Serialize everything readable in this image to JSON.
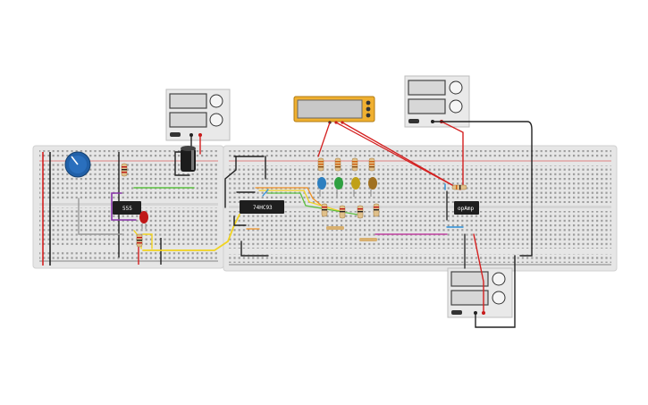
{
  "chips": {
    "timer": "555",
    "counter": "74HC93",
    "opamp": "opAmp"
  },
  "supplies": {
    "count": 3
  },
  "colors": {
    "breadboard": "#e6e6e6",
    "rail_red": "#d42020",
    "rail_black": "#222222",
    "meter_body": "#f0b030",
    "supply_body": "#e9e9e9",
    "wire_yellow": "#f1d320",
    "wire_green": "#5cc040",
    "wire_purple": "#8833aa",
    "wire_magenta": "#c040a0",
    "wire_blue": "#2b8fd8",
    "wire_orange": "#f09020",
    "led_blue": "#2c7fc0",
    "led_green": "#2ea040",
    "led_yellow": "#c0a018",
    "led_brown": "#a07020",
    "led_red": "#c01818"
  }
}
